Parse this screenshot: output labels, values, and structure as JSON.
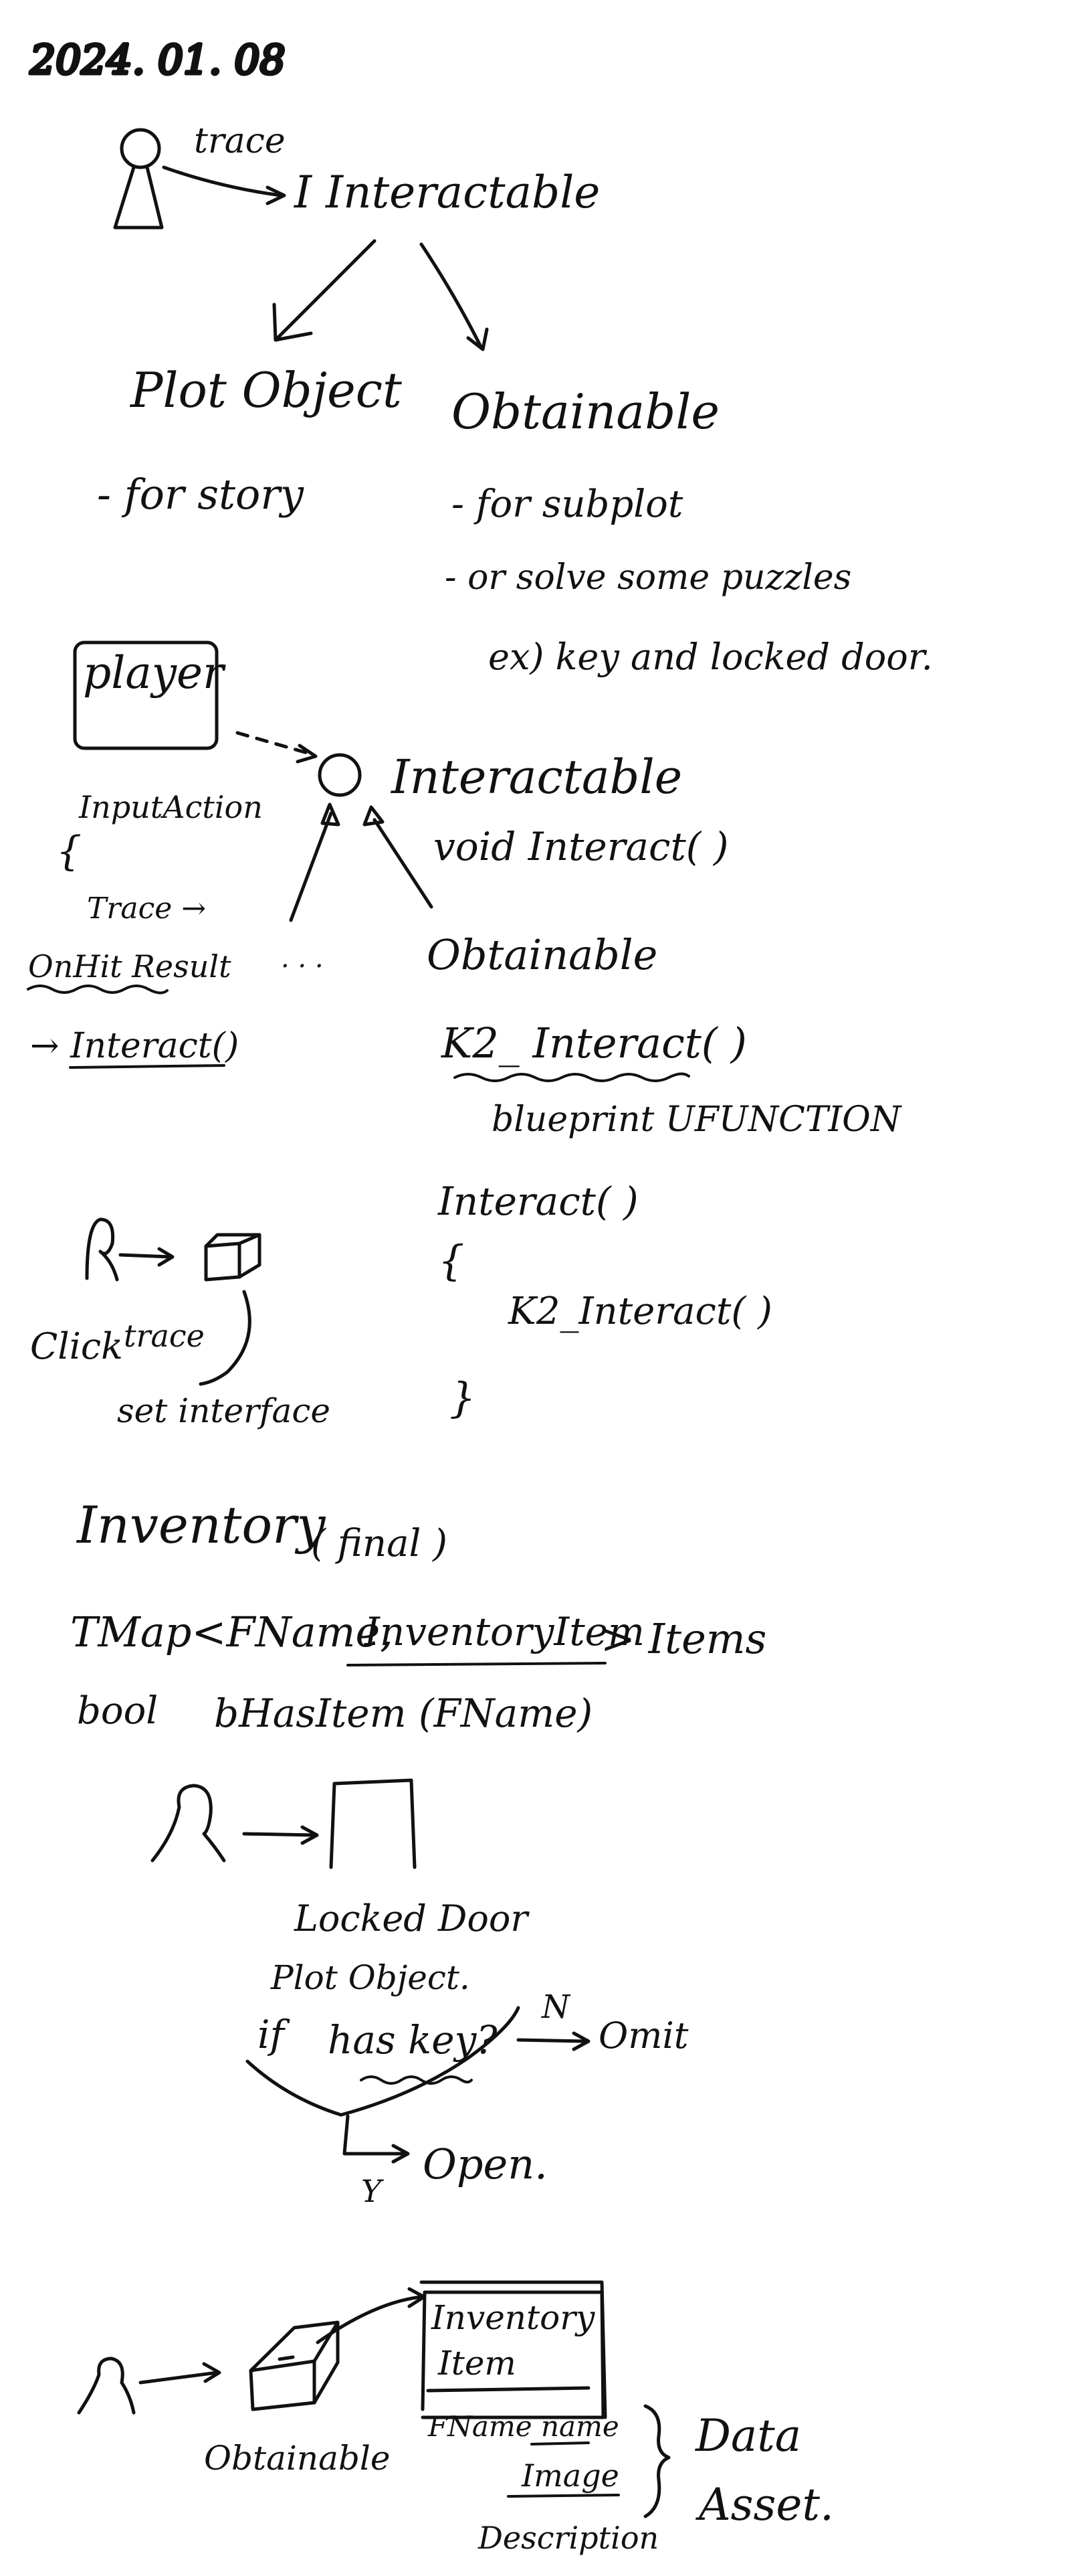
{
  "ink_color": "#111111",
  "date": "2024. 01. 08",
  "section1": {
    "trace_label": "trace",
    "interface_name": "I Interactable",
    "plot_object": "Plot Object",
    "obtainable": "Obtainable",
    "plot_note": "- for story",
    "obtainable_note1": "- for subplot",
    "obtainable_note2": "- or   solve some puzzles",
    "obtainable_note3": "ex) key and locked door."
  },
  "section2": {
    "player": "player",
    "input_action": "InputAction",
    "brace_open": "{",
    "trace": "Trace →",
    "on_hit": "OnHit Result",
    "interact_call": "→ Interact()",
    "ellipsis": ". . .",
    "interactable": "Interactable",
    "void_interact": "void  Interact( )",
    "obtainable": "Obtainable",
    "k2_interact": "K2_ Interact( )",
    "blueprint": "blueprint  UFUNCTION",
    "interact_def": "Interact(  )",
    "def_open": "{",
    "k2_call": "K2_Interact( )",
    "def_close": "}",
    "click": "Click",
    "trace_small": "trace",
    "set_interface": "set interface"
  },
  "section3": {
    "inventory": "Inventory",
    "final": "( final )",
    "tmap_prefix": "TMap<FName,",
    "tmap_item": "InventoryItem",
    "tmap_suffix": "> Items",
    "bool": "bool",
    "bhasitem": "bHasItem (FName)"
  },
  "section4": {
    "locked_door": "Locked Door",
    "plot_object": "Plot Object.",
    "if": "if",
    "has_key": "has key?",
    "n": "N",
    "omit": "Omit",
    "y": "Y",
    "open": "Open."
  },
  "section5": {
    "obtainable": "Obtainable",
    "inventory_item_l1": "Inventory",
    "inventory_item_l2": "Item",
    "fname_name": "FName  name",
    "image": "Image",
    "description": "Description",
    "data": "Data",
    "asset": "Asset."
  }
}
